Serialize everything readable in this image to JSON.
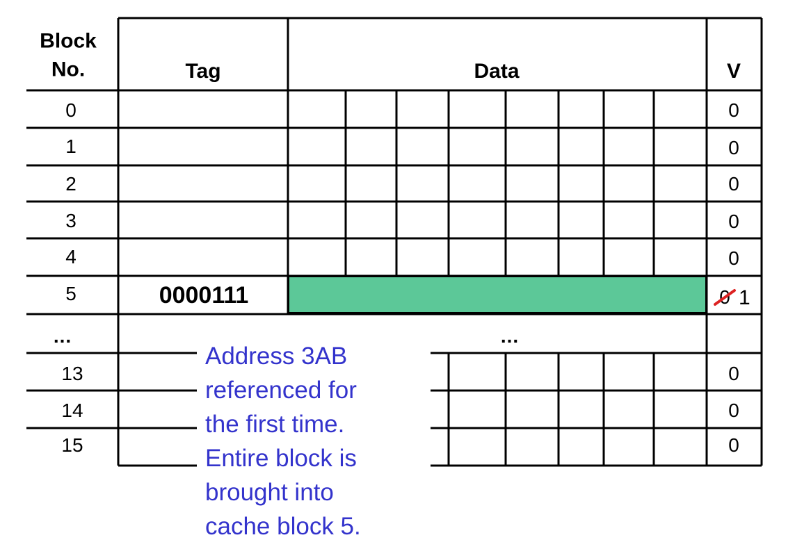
{
  "headers": {
    "block_no": [
      "Block",
      "No."
    ],
    "tag": "Tag",
    "data": "Data",
    "valid": "V"
  },
  "rows": [
    {
      "block": "0",
      "tag": "",
      "valid": "0"
    },
    {
      "block": "1",
      "tag": "",
      "valid": "0"
    },
    {
      "block": "2",
      "tag": "",
      "valid": "0"
    },
    {
      "block": "3",
      "tag": "",
      "valid": "0"
    },
    {
      "block": "4",
      "tag": "",
      "valid": "0"
    },
    {
      "block": "5",
      "tag": "0000111",
      "valid_old": "0",
      "valid_new": "1",
      "filled": true
    },
    {
      "block": "...",
      "data_ellipsis": "..."
    },
    {
      "block": "13",
      "valid": "0"
    },
    {
      "block": "14",
      "valid": "0"
    },
    {
      "block": "15",
      "valid": "0"
    }
  ],
  "note": [
    "Address 3AB",
    "referenced for",
    "the first time.",
    "Entire block is",
    "brought into",
    "cache block 5."
  ],
  "colors": {
    "filled_block": "#5cc898",
    "note_text": "#3333cc",
    "strike": "#dd2222",
    "line": "#000000"
  }
}
